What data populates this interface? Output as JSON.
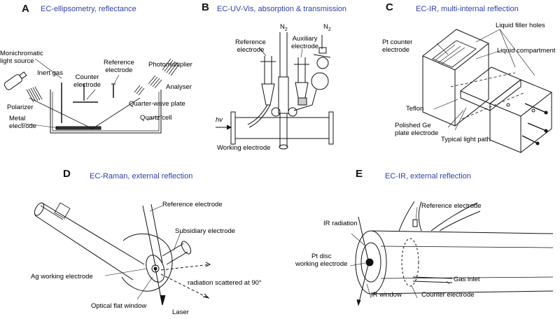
{
  "panels": {
    "a": {
      "letter": "A",
      "title": "EC-ellipsometry, reflectance",
      "labels": {
        "monochromatic": "Monichromatic\nlight source",
        "inert_gas": "Inert gas",
        "counter": "Counter\nelectrode",
        "reference": "Reference\nelectrode",
        "photomultiplier": "Photomultiplier",
        "analyser": "Analyser",
        "polarizer": "Polarizer",
        "quarter_wave": "Quarter-wave plate",
        "metal": "Metal\nelectrode",
        "quartz": "Quartz cell"
      }
    },
    "b": {
      "letter": "B",
      "title": "EC-UV-Vis,  absorption & transmission",
      "labels": {
        "n2_left": "N",
        "n2_left_sub": "2",
        "n2_right": "N",
        "n2_right_sub": "2",
        "reference": "Reference\nelectrode",
        "auxiliary": "Auxiliary\nelectrode",
        "hv": "hv",
        "working": "Working electrode"
      }
    },
    "c": {
      "letter": "C",
      "title": "EC-IR, multi-internal reflection",
      "labels": {
        "liquid_filler": "Liquid filler holes",
        "pt_counter": "Pt counter\nelectrode",
        "liquid_compartment": "Liquid compartment",
        "teflon": "Teflon",
        "polished_ge": "Polished Ge\nplate electrode",
        "light_path": "Typical light path"
      }
    },
    "d": {
      "letter": "D",
      "title": "EC-Raman, external reflection",
      "labels": {
        "reference": "Reference electrode",
        "subsidiary": "Subsidiary electrode",
        "ag_working": "Ag working electrode",
        "radiation": "radiation scattered at 90°",
        "optical_window": "Optical flat window",
        "laser": "Laser"
      }
    },
    "e": {
      "letter": "E",
      "title": "EC-IR, external reflection",
      "labels": {
        "reference": "Reference electrode",
        "ir_radiation": "IR radiation",
        "pt_disc": "Pt disc\nworking electrode",
        "gas_inlet": "Gas inlet",
        "ir_window": "IR window",
        "counter": "Counter electrode"
      }
    }
  }
}
